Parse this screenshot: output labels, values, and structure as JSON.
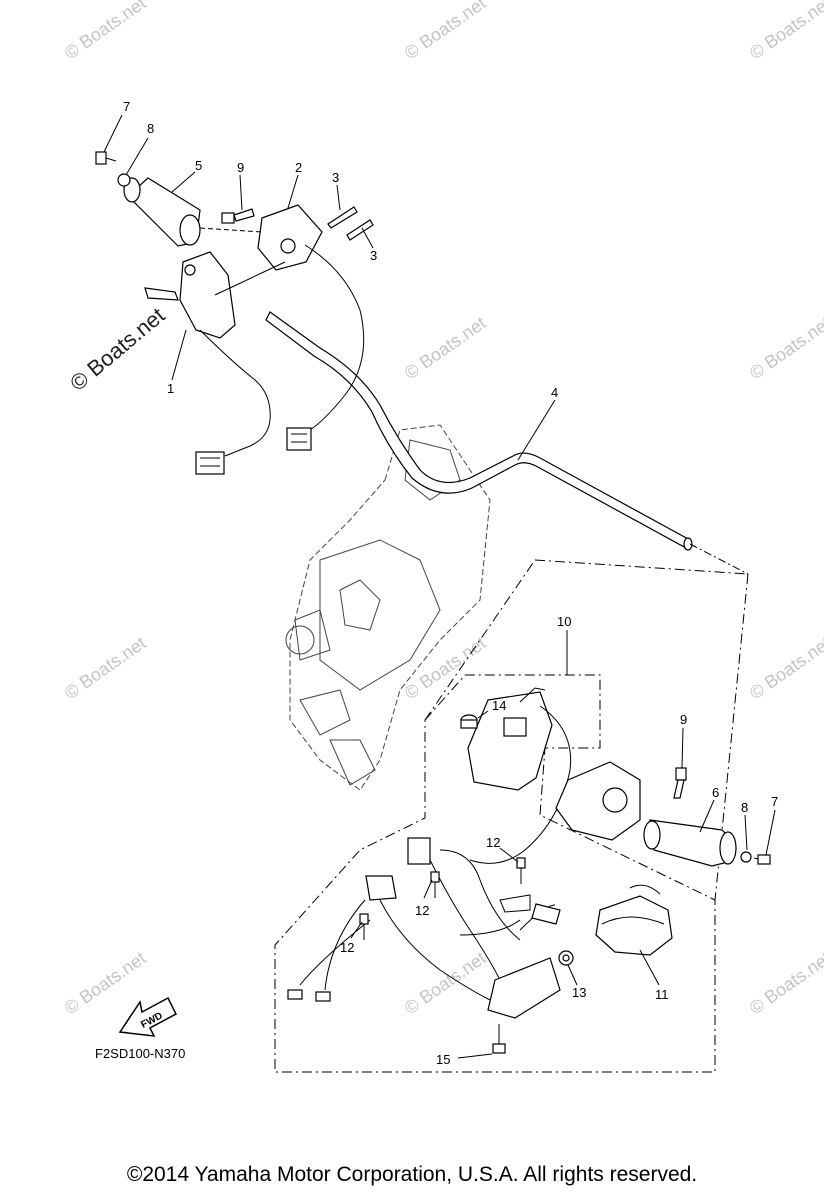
{
  "callouts": {
    "c1": "1",
    "c2": "2",
    "c3a": "3",
    "c3b": "3",
    "c4": "4",
    "c5": "5",
    "c6": "6",
    "c7a": "7",
    "c7b": "7",
    "c8a": "8",
    "c8b": "8",
    "c9a": "9",
    "c9b": "9",
    "c10": "10",
    "c11": "11",
    "c12a": "12",
    "c12b": "12",
    "c12c": "12",
    "c13": "13",
    "c14": "14",
    "c15": "15"
  },
  "fwd_label": "FWD",
  "diagram_code": "F2SD100-N370",
  "watermark": "© Boats.net",
  "copyright": "©2014 Yamaha Motor Corporation, U.S.A. All rights reserved."
}
